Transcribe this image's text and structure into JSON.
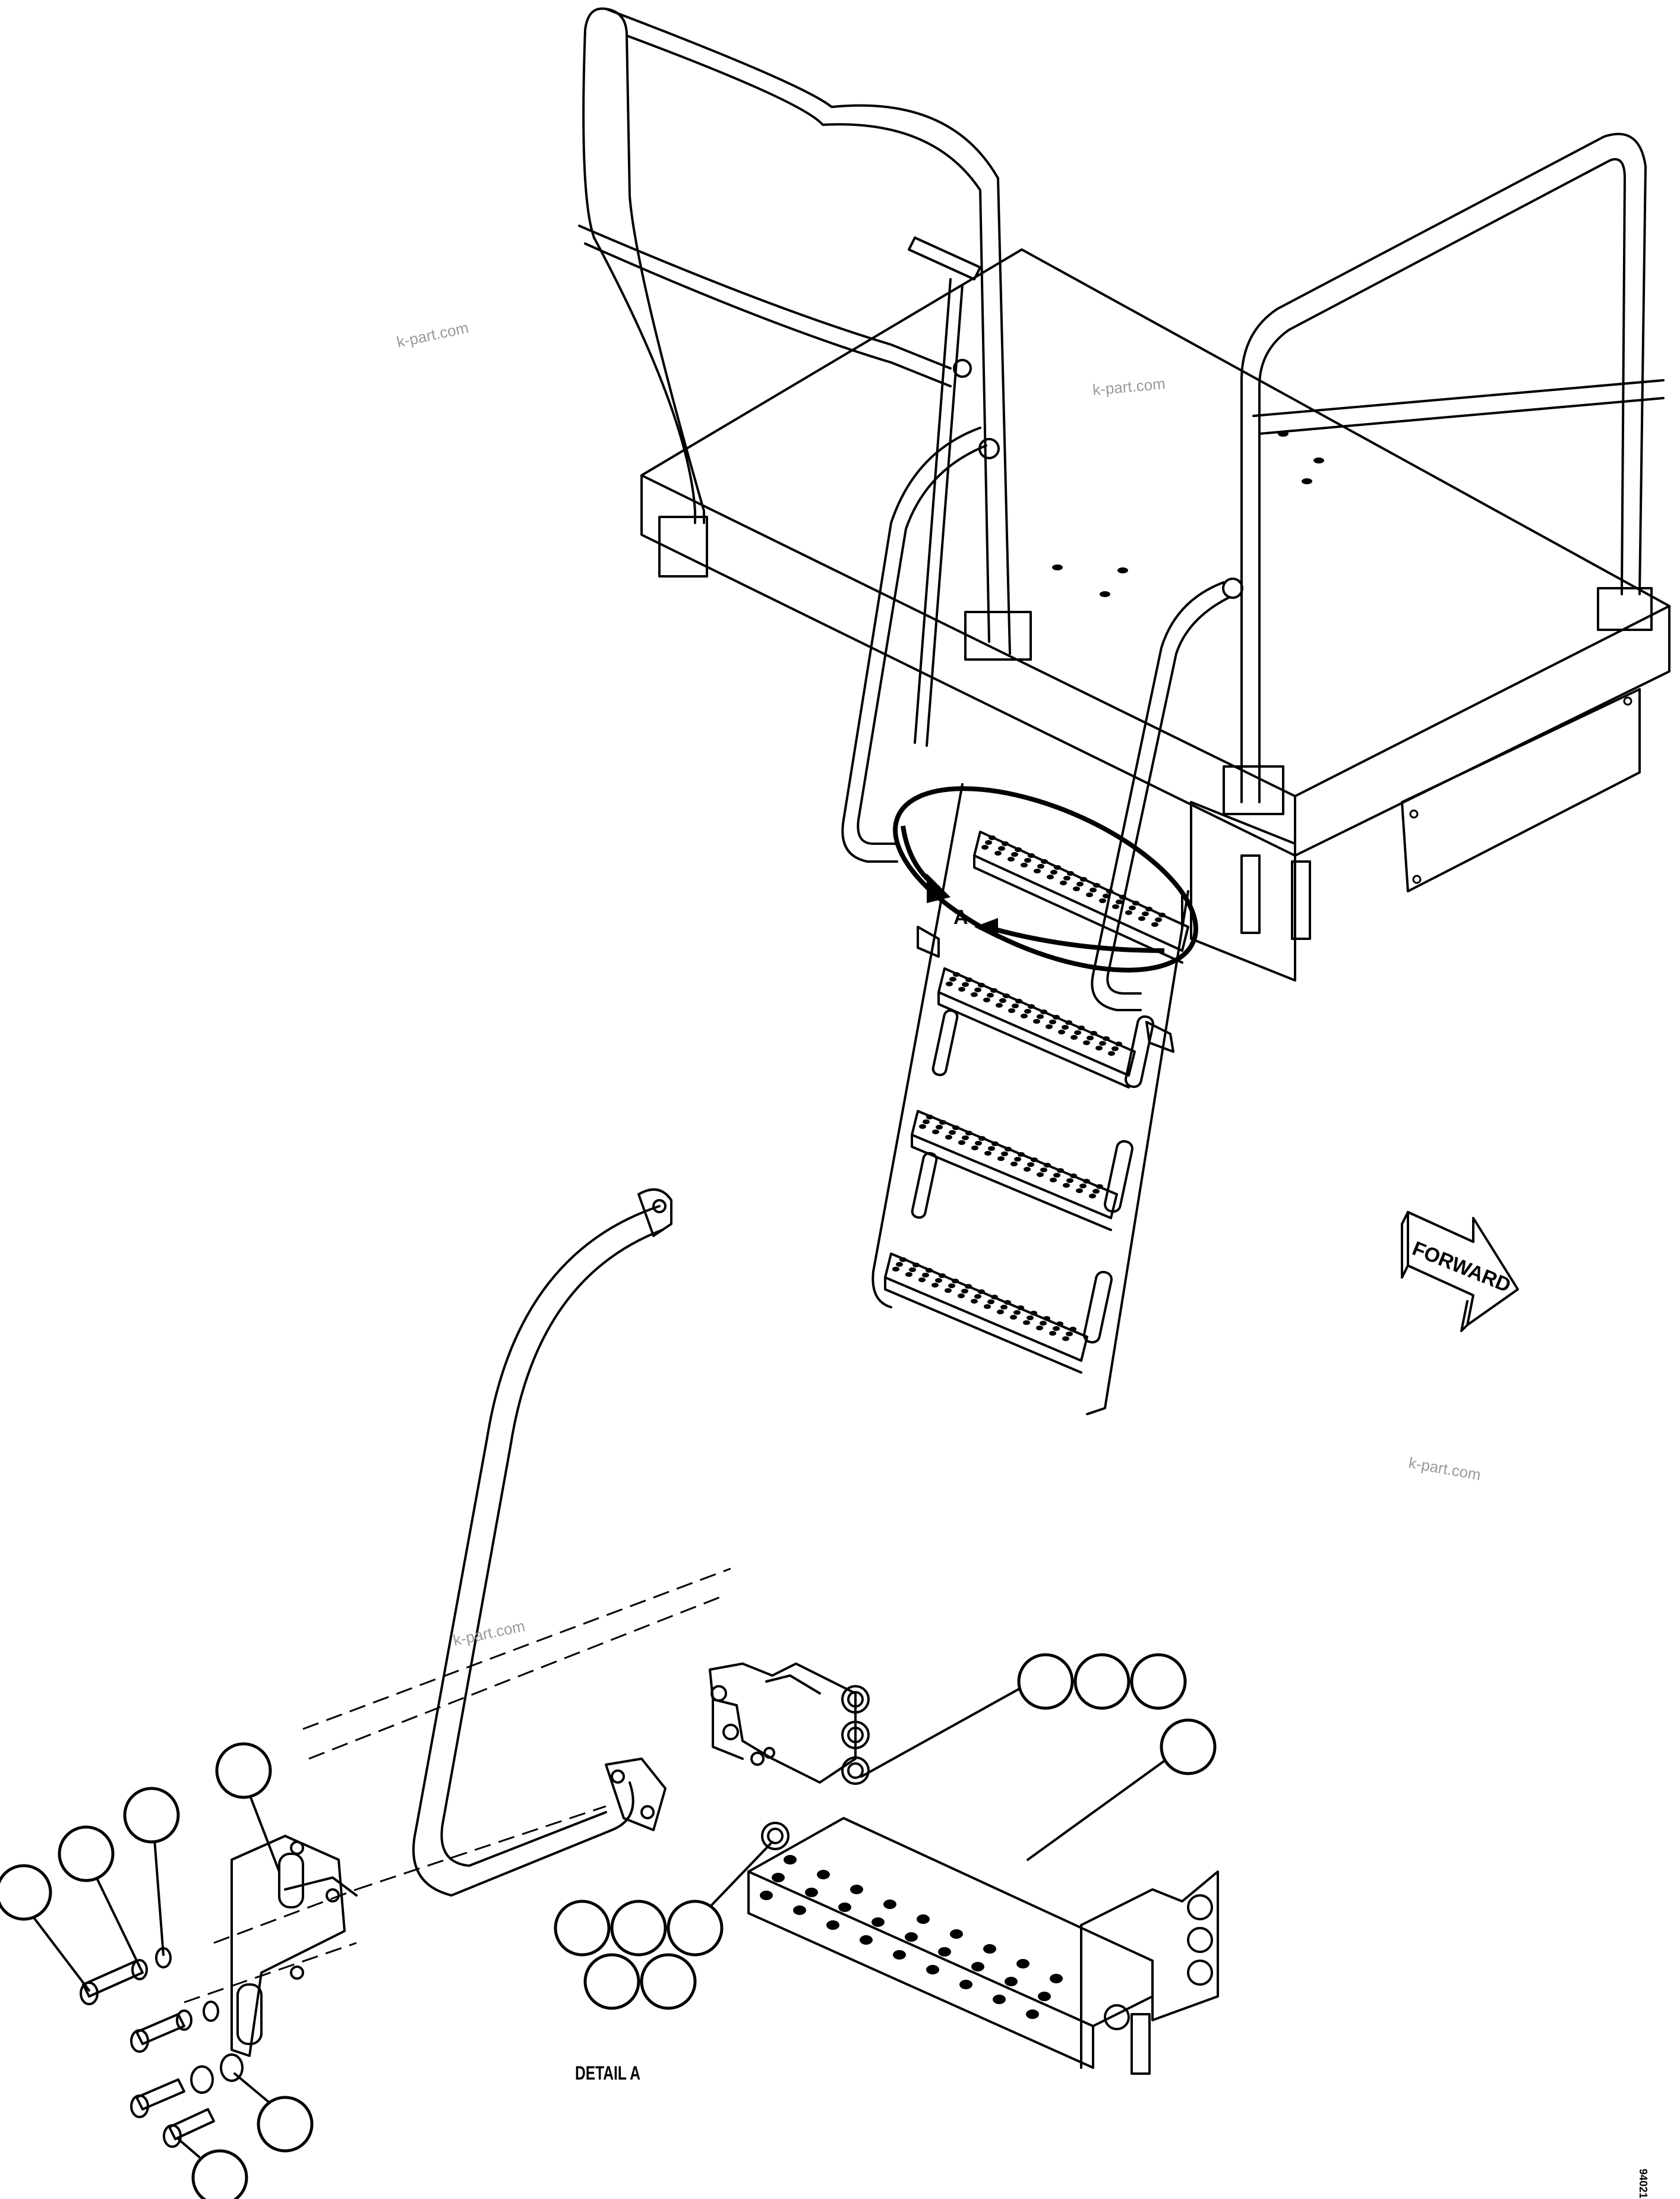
{
  "labels": {
    "view_a_marker": "A",
    "detail_title": "DETAIL A",
    "forward_arrow_text": "FORWARD",
    "drawing_number": "94021"
  },
  "watermarks": [
    "k-part.com",
    "k-part.com",
    "k-part.com",
    "k-part.com"
  ],
  "callouts": {
    "top_right_group": [
      "",
      "",
      ""
    ],
    "top_right_single": "",
    "left_group": [
      "",
      "",
      "",
      ""
    ],
    "bottom_left": [
      "",
      ""
    ],
    "bottom_center_group": [
      "",
      "",
      "",
      "",
      ""
    ]
  }
}
